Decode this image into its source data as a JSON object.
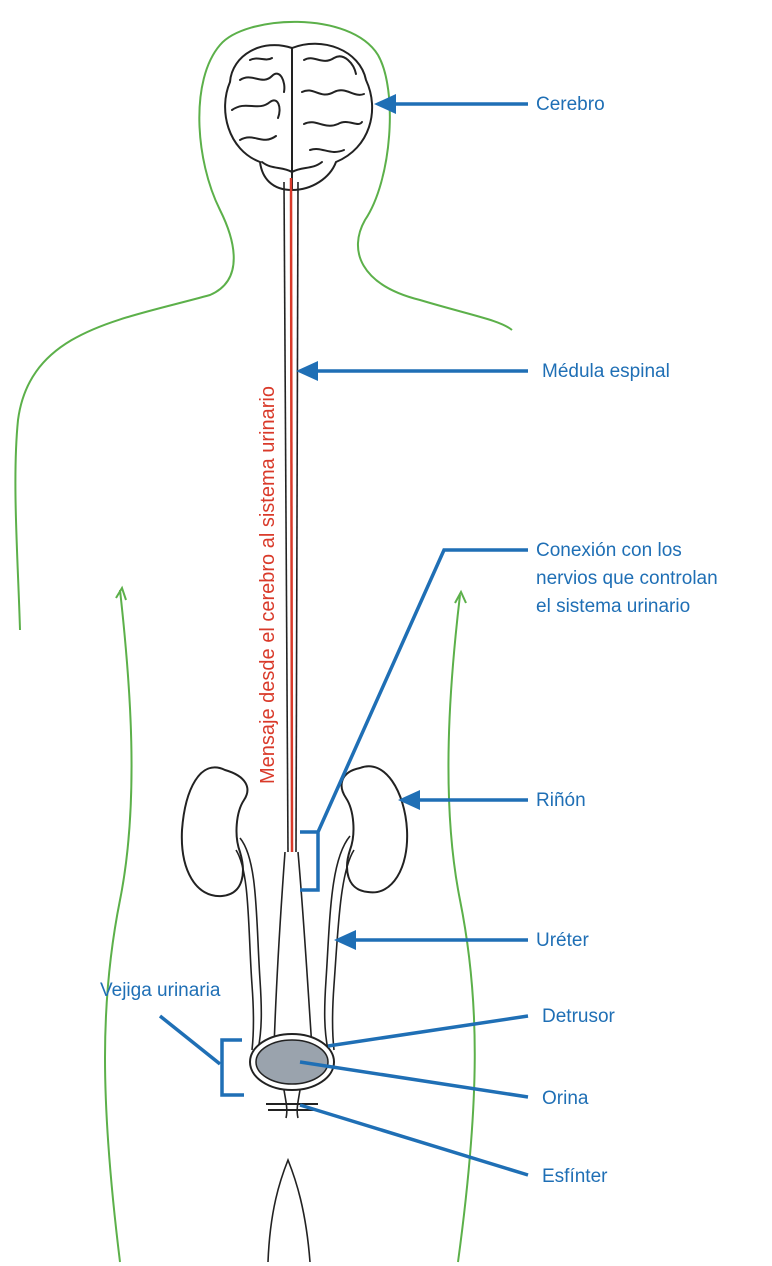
{
  "labels": {
    "cerebro": "Cerebro",
    "medula": "Médula espinal",
    "conexion_line1": "Conexión con los",
    "conexion_line2": "nervios que controlan",
    "conexion_line3": "el sistema urinario",
    "rinon": "Riñón",
    "ureter": "Uréter",
    "vejiga": "Vejiga urinaria",
    "detrusor": "Detrusor",
    "orina": "Orina",
    "esfinter": "Esfínter"
  },
  "message": "Mensaje desde el cerebro al sistema urinario",
  "colors": {
    "label": "#1f6fb5",
    "message": "#d93a2a",
    "body_outline": "#5cb04a",
    "urine": "#9aa3ad"
  }
}
